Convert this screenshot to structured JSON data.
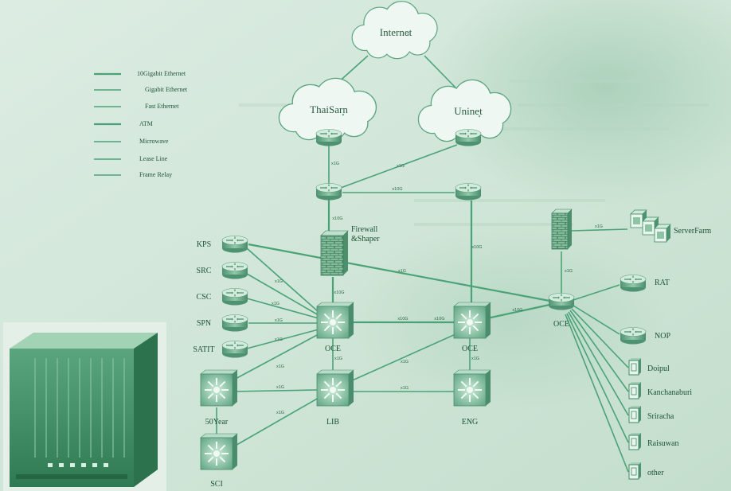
{
  "legend": {
    "items": [
      "10Gigabit Ethernet",
      "Gigabit Ethernet",
      "Fast Ethernet",
      "ATM",
      "Microwave",
      "Lease Line",
      "Frame Relay"
    ]
  },
  "clouds": {
    "internet": "Internet",
    "thaisarn": "ThaiSarn",
    "uninet": "Uninet"
  },
  "firewall": {
    "line1": "Firewall",
    "line2": "&Shaper"
  },
  "sites": [
    "KPS",
    "SRC",
    "CSC",
    "SPN",
    "SATIT"
  ],
  "core_switches": [
    "OCE",
    "OCE"
  ],
  "core_router": "OCE",
  "buildings": [
    "50Year",
    "LIB",
    "ENG",
    "SCI"
  ],
  "serverfarm": "ServerFarm",
  "remote_routers": [
    "RAT",
    "NOP"
  ],
  "campuses": [
    "Doipul",
    "Kanchanaburi",
    "Sriracha",
    "Raisuwan",
    "other"
  ],
  "link_labels": [
    "x1G",
    "x1G",
    "x10G",
    "x10G",
    "x10G",
    "x10G",
    "x1G",
    "x1G",
    "x1G",
    "x1G",
    "x1G",
    "x10G",
    "x10G",
    "x10G",
    "x1G",
    "x1G",
    "x1G",
    "x1G",
    "x1G",
    "x1G",
    "x1G",
    "x1G",
    "x1G"
  ],
  "icons": [
    "cloud-icon",
    "router-icon",
    "switch-icon",
    "firewall-icon",
    "server-icon",
    "building-icon",
    "chassis-photo"
  ],
  "colors": {
    "background": "#d3e7da",
    "link": "#4aa377",
    "text": "#1d5236"
  }
}
